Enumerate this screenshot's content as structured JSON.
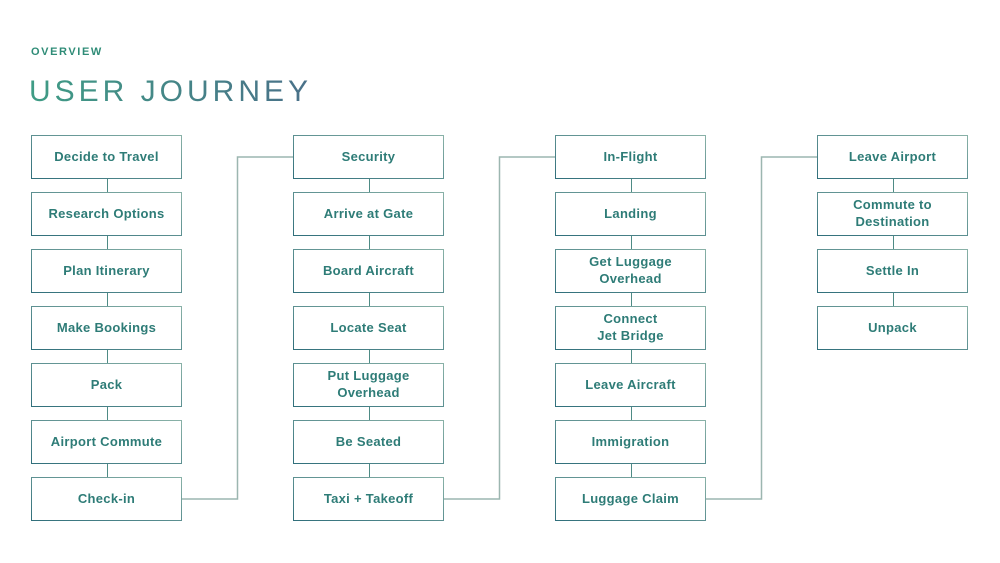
{
  "header": {
    "eyebrow": "OVERVIEW",
    "title": "USER JOURNEY"
  },
  "colors": {
    "background": "#ffffff",
    "eyebrow_text": "#2f8c77",
    "title_gradient_start": "#3f9c85",
    "title_gradient_end": "#4a7089",
    "box_text": "#2e7c77",
    "box_border_light": "#8ab2a8",
    "box_border_dark": "#306f7b",
    "step_connector": "#4e8b85",
    "column_connector": "#9cb6b0"
  },
  "diagram": {
    "columns": [
      {
        "steps": [
          "Decide to Travel",
          "Research Options",
          "Plan Itinerary",
          "Make Bookings",
          "Pack",
          "Airport Commute",
          "Check-in"
        ]
      },
      {
        "steps": [
          "Security",
          "Arrive at Gate",
          "Board Aircraft",
          "Locate Seat",
          "Put Luggage\nOverhead",
          "Be Seated",
          "Taxi + Takeoff"
        ]
      },
      {
        "steps": [
          "In-Flight",
          "Landing",
          "Get Luggage\nOverhead",
          "Connect\nJet Bridge",
          "Leave Aircraft",
          "Immigration",
          "Luggage Claim"
        ]
      },
      {
        "steps": [
          "Leave Airport",
          "Commute to\nDestination",
          "Settle In",
          "Unpack"
        ]
      }
    ]
  }
}
